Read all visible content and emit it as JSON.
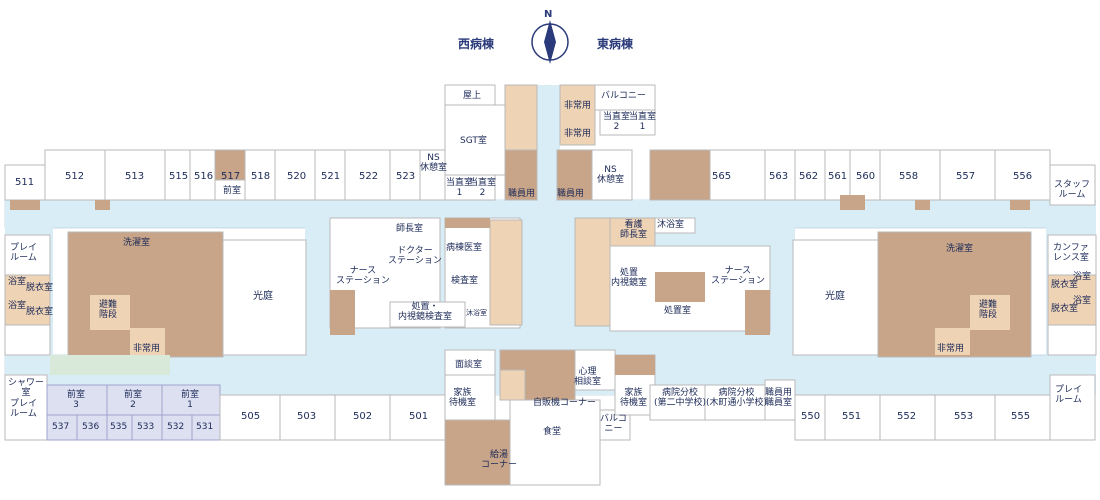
{
  "compass": {
    "north": "N",
    "west_wing": "西病棟",
    "east_wing": "東病棟"
  },
  "rooms": {
    "r511": "511",
    "r512": "512",
    "r513": "513",
    "r515": "515",
    "r516": "516",
    "r517": "517",
    "r518": "518",
    "r520": "520",
    "r521": "521",
    "r522": "522",
    "r523": "523",
    "r565": "565",
    "r563": "563",
    "r562": "562",
    "r561": "561",
    "r560": "560",
    "r558": "558",
    "r557": "557",
    "r556": "556",
    "r537": "537",
    "r536": "536",
    "r535": "535",
    "r533": "533",
    "r532": "532",
    "r531": "531",
    "r505": "505",
    "r503": "503",
    "r502": "502",
    "r501": "501",
    "r550": "550",
    "r551": "551",
    "r552": "552",
    "r553": "553",
    "r555": "555"
  },
  "labels": {
    "front_room_w": "前室",
    "ns_rest_w": "NS\n休憩室",
    "ns_rest_e": "NS\n休憩室",
    "rooftop": "屋上",
    "sgt": "SGT室",
    "balcony_top": "バルコニー",
    "duty1": "当直室\n1",
    "duty2": "当直室\n2",
    "duty1_top": "当直室\n1",
    "duty2_top": "当直室\n2",
    "emergency": "非常用",
    "staff_use": "職員用",
    "staff_lounge": "スタッフ\nルーム",
    "play_room": "プレイ\nルーム",
    "wash_room": "洗濯室",
    "bath": "浴室",
    "changing": "脱衣室",
    "evac_stairs": "避難\n階段",
    "courtyard": "光庭",
    "nurse_station": "ナース\nステーション",
    "chief_room": "師長室",
    "doctor_station": "ドクター\nステーション",
    "ward_doctor": "病棟医室",
    "exam_room": "検査室",
    "shower_bath_small": "沐浴室",
    "treatment_endo": "処置・\n内視鏡検査室",
    "nurse_chief": "看護\n師長室",
    "shower_bath": "沐浴室",
    "treatment_endo_e": "処置\n内視鏡室",
    "treatment": "処置室",
    "conference": "カンファ\nレンス室",
    "shower_room": "シャワー\n室",
    "front_room_3": "前室\n3",
    "front_room_2": "前室\n2",
    "front_room_1": "前室\n1",
    "interview": "面談室",
    "psych": "心理\n相談室",
    "family_wait": "家族\n待機室",
    "vending": "自販機コーナー",
    "dining": "食堂",
    "kettle": "給湯\nコーナー",
    "balcony_bottom": "バルコ\nニー",
    "school1": "病院分校\n(第二中学校)",
    "school2": "病院分校\n(木町通小学校)",
    "staff_room": "職員用\n職員室"
  },
  "colors": {
    "corridor": "#d9edf7",
    "room": "#ffffff",
    "wall": "#b9b9b9",
    "dark": "#c8a588",
    "core": "#efd3b5",
    "front": "#dde0f1",
    "green": "#d8e8d9",
    "label": "#1c2a58"
  }
}
